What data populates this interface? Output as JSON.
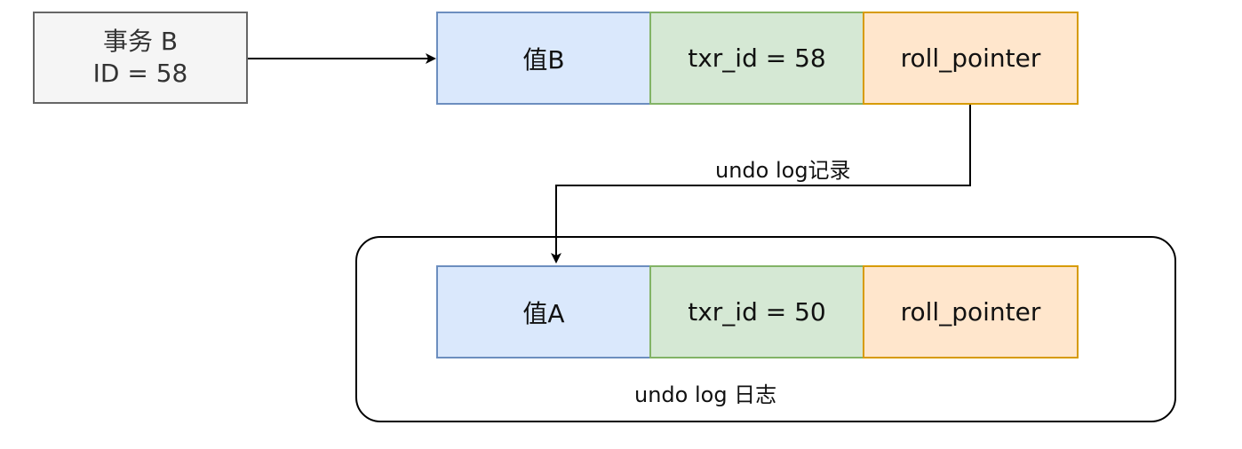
{
  "transaction": {
    "line1": "事务 B",
    "line2": "ID = 58"
  },
  "current_record": {
    "value": "值B",
    "txr_id": "txr_id = 58",
    "roll_pointer": "roll_pointer"
  },
  "undo_record": {
    "value": "值A",
    "txr_id": "txr_id = 50",
    "roll_pointer": "roll_pointer"
  },
  "edge_label": "undo log记录",
  "undo_log_label": "undo log 日志",
  "colors": {
    "value_fill": "#dae8fc",
    "value_stroke": "#6c8ebf",
    "txr_fill": "#d5e8d4",
    "txr_stroke": "#82b366",
    "roll_fill": "#ffe6cc",
    "roll_stroke": "#d79b00",
    "txn_fill": "#f5f5f5",
    "txn_stroke": "#666666"
  }
}
